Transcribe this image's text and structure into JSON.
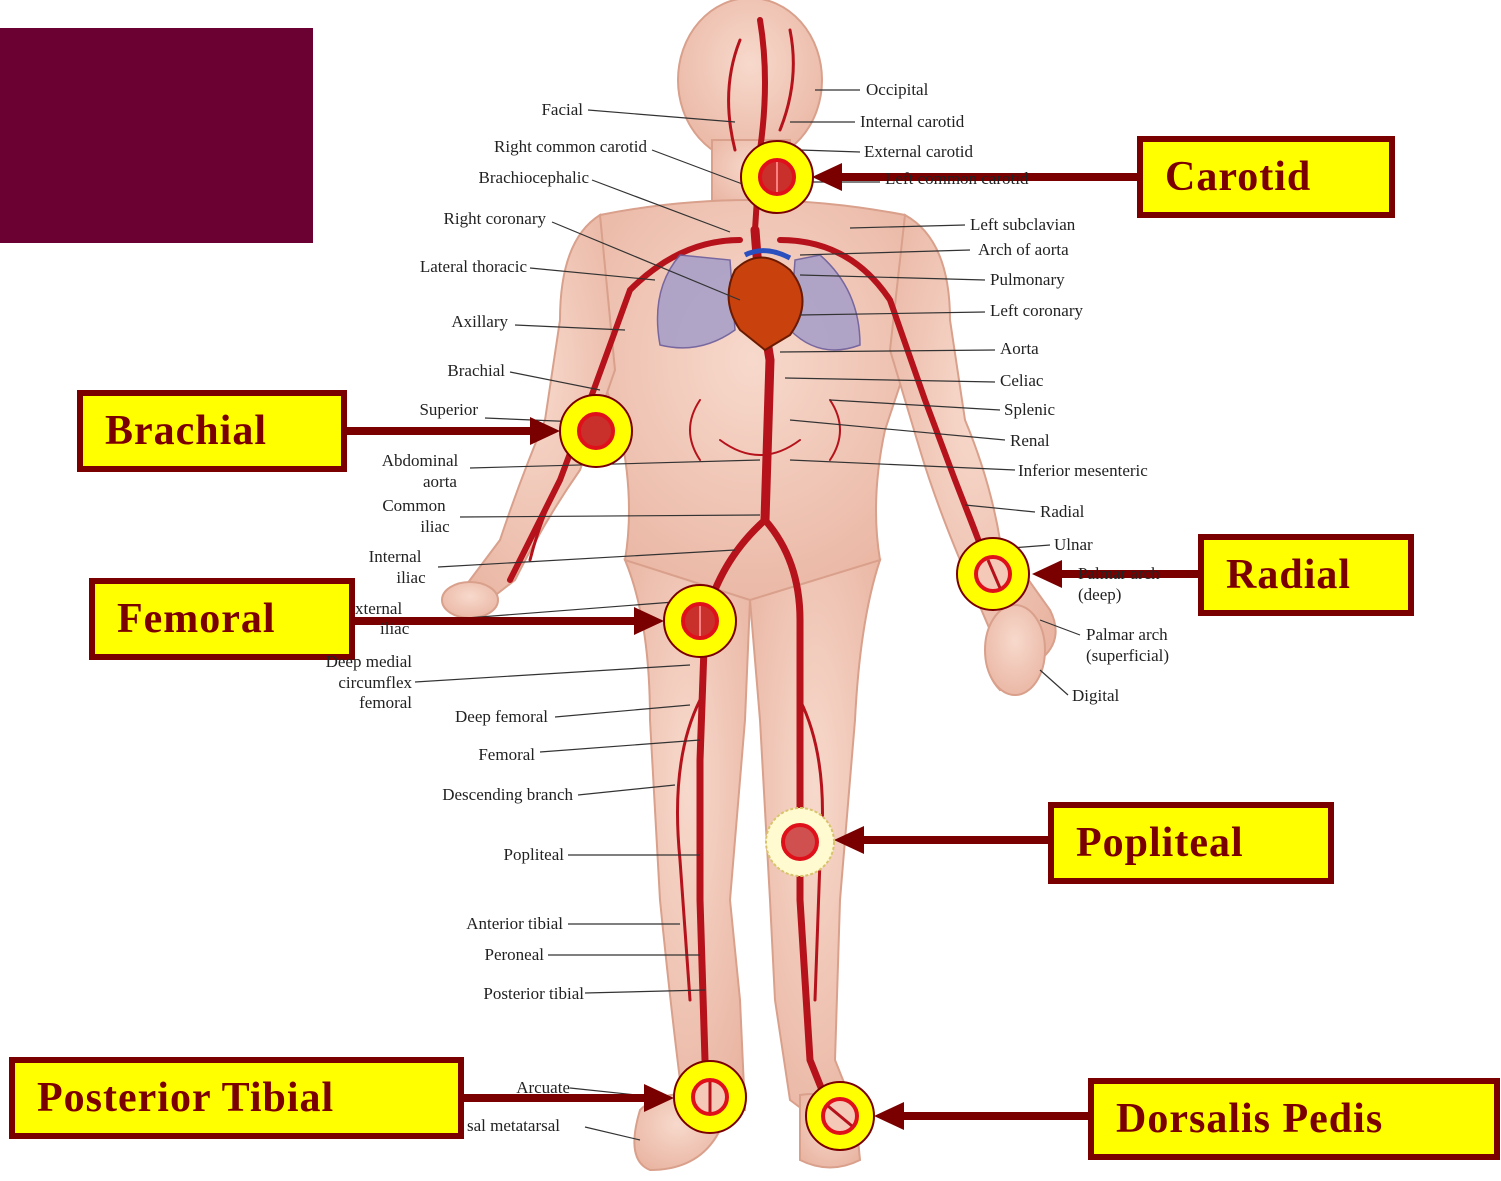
{
  "colors": {
    "maroon_block": "#6b0033",
    "callout_fill": "#ffff00",
    "callout_border": "#7a0000",
    "arrow": "#7a0000",
    "artery": "#b5121b",
    "skin": "#f3cbbb",
    "pulse_ring": "#ffff00",
    "pulse_mark": "#e0101a"
  },
  "callouts": {
    "carotid": "Carotid",
    "brachial": "Brachial",
    "radial": "Radial",
    "femoral": "Femoral",
    "popliteal": "Popliteal",
    "posterior_tibial": "Posterior Tibial",
    "dorsalis_pedis": "Dorsalis Pedis"
  },
  "labels_left": {
    "facial": "Facial",
    "right_common_carotid": "Right common carotid",
    "brachiocephalic": "Brachiocephalic",
    "right_coronary": "Right coronary",
    "lateral_thoracic": "Lateral thoracic",
    "axillary": "Axillary",
    "brachial": "Brachial",
    "superior": "Superior",
    "abdominal_1": "Abdominal",
    "abdominal_2": "aorta",
    "common_iliac_1": "Common",
    "common_iliac_2": "iliac",
    "internal_iliac_1": "Internal",
    "internal_iliac_2": "iliac",
    "external_iliac_1": "xternal",
    "external_iliac_2": "iliac",
    "deep_medial_1": "Deep medial",
    "deep_medial_2": "circumflex",
    "deep_medial_3": "femoral",
    "deep_femoral": "Deep femoral",
    "femoral": "Femoral",
    "descending_branch": "Descending branch",
    "popliteal": "Popliteal",
    "anterior_tibial": "Anterior tibial",
    "peroneal": "Peroneal",
    "posterior_tibial": "Posterior tibial",
    "arcuate": "Arcuate",
    "metatarsal": "sal metatarsal"
  },
  "labels_right": {
    "occipital": "Occipital",
    "internal_carotid": "Internal carotid",
    "external_carotid": "External carotid",
    "left_common_carotid": "Left common carotid",
    "left_subclavian": "Left subclavian",
    "arch_of_aorta": "Arch of aorta",
    "pulmonary": "Pulmonary",
    "left_coronary": "Left coronary",
    "aorta": "Aorta",
    "celiac": "Celiac",
    "splenic": "Splenic",
    "renal": "Renal",
    "inferior_mesenteric": "Inferior mesenteric",
    "radial": "Radial",
    "ulnar": "Ulnar",
    "palmar_deep_1": "Palmar arch",
    "palmar_deep_2": "(deep)",
    "palmar_sup_1": "Palmar arch",
    "palmar_sup_2": "(superficial)",
    "digital": "Digital"
  }
}
